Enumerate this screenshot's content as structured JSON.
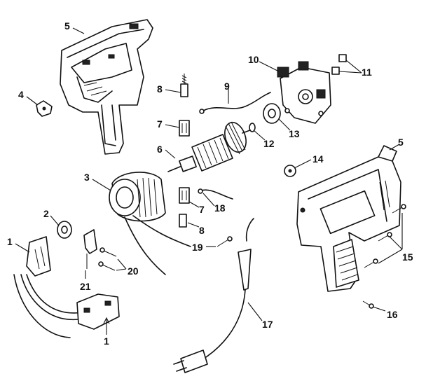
{
  "diagram": {
    "callouts": [
      {
        "id": "c5a",
        "label": "5"
      },
      {
        "id": "c4",
        "label": "4"
      },
      {
        "id": "c8a",
        "label": "8"
      },
      {
        "id": "c9",
        "label": "9"
      },
      {
        "id": "c10",
        "label": "10"
      },
      {
        "id": "c11",
        "label": "11"
      },
      {
        "id": "c7a",
        "label": "7"
      },
      {
        "id": "c6",
        "label": "6"
      },
      {
        "id": "c12",
        "label": "12"
      },
      {
        "id": "c13",
        "label": "13"
      },
      {
        "id": "c5b",
        "label": "5"
      },
      {
        "id": "c14",
        "label": "14"
      },
      {
        "id": "c3",
        "label": "3"
      },
      {
        "id": "c18",
        "label": "18"
      },
      {
        "id": "c7b",
        "label": "7"
      },
      {
        "id": "c8b",
        "label": "8"
      },
      {
        "id": "c2",
        "label": "2"
      },
      {
        "id": "c1a",
        "label": "1"
      },
      {
        "id": "c19",
        "label": "19"
      },
      {
        "id": "c20",
        "label": "20"
      },
      {
        "id": "c15",
        "label": "15"
      },
      {
        "id": "c21",
        "label": "21"
      },
      {
        "id": "c1b",
        "label": "1"
      },
      {
        "id": "c17",
        "label": "17"
      },
      {
        "id": "c16",
        "label": "16"
      }
    ]
  }
}
